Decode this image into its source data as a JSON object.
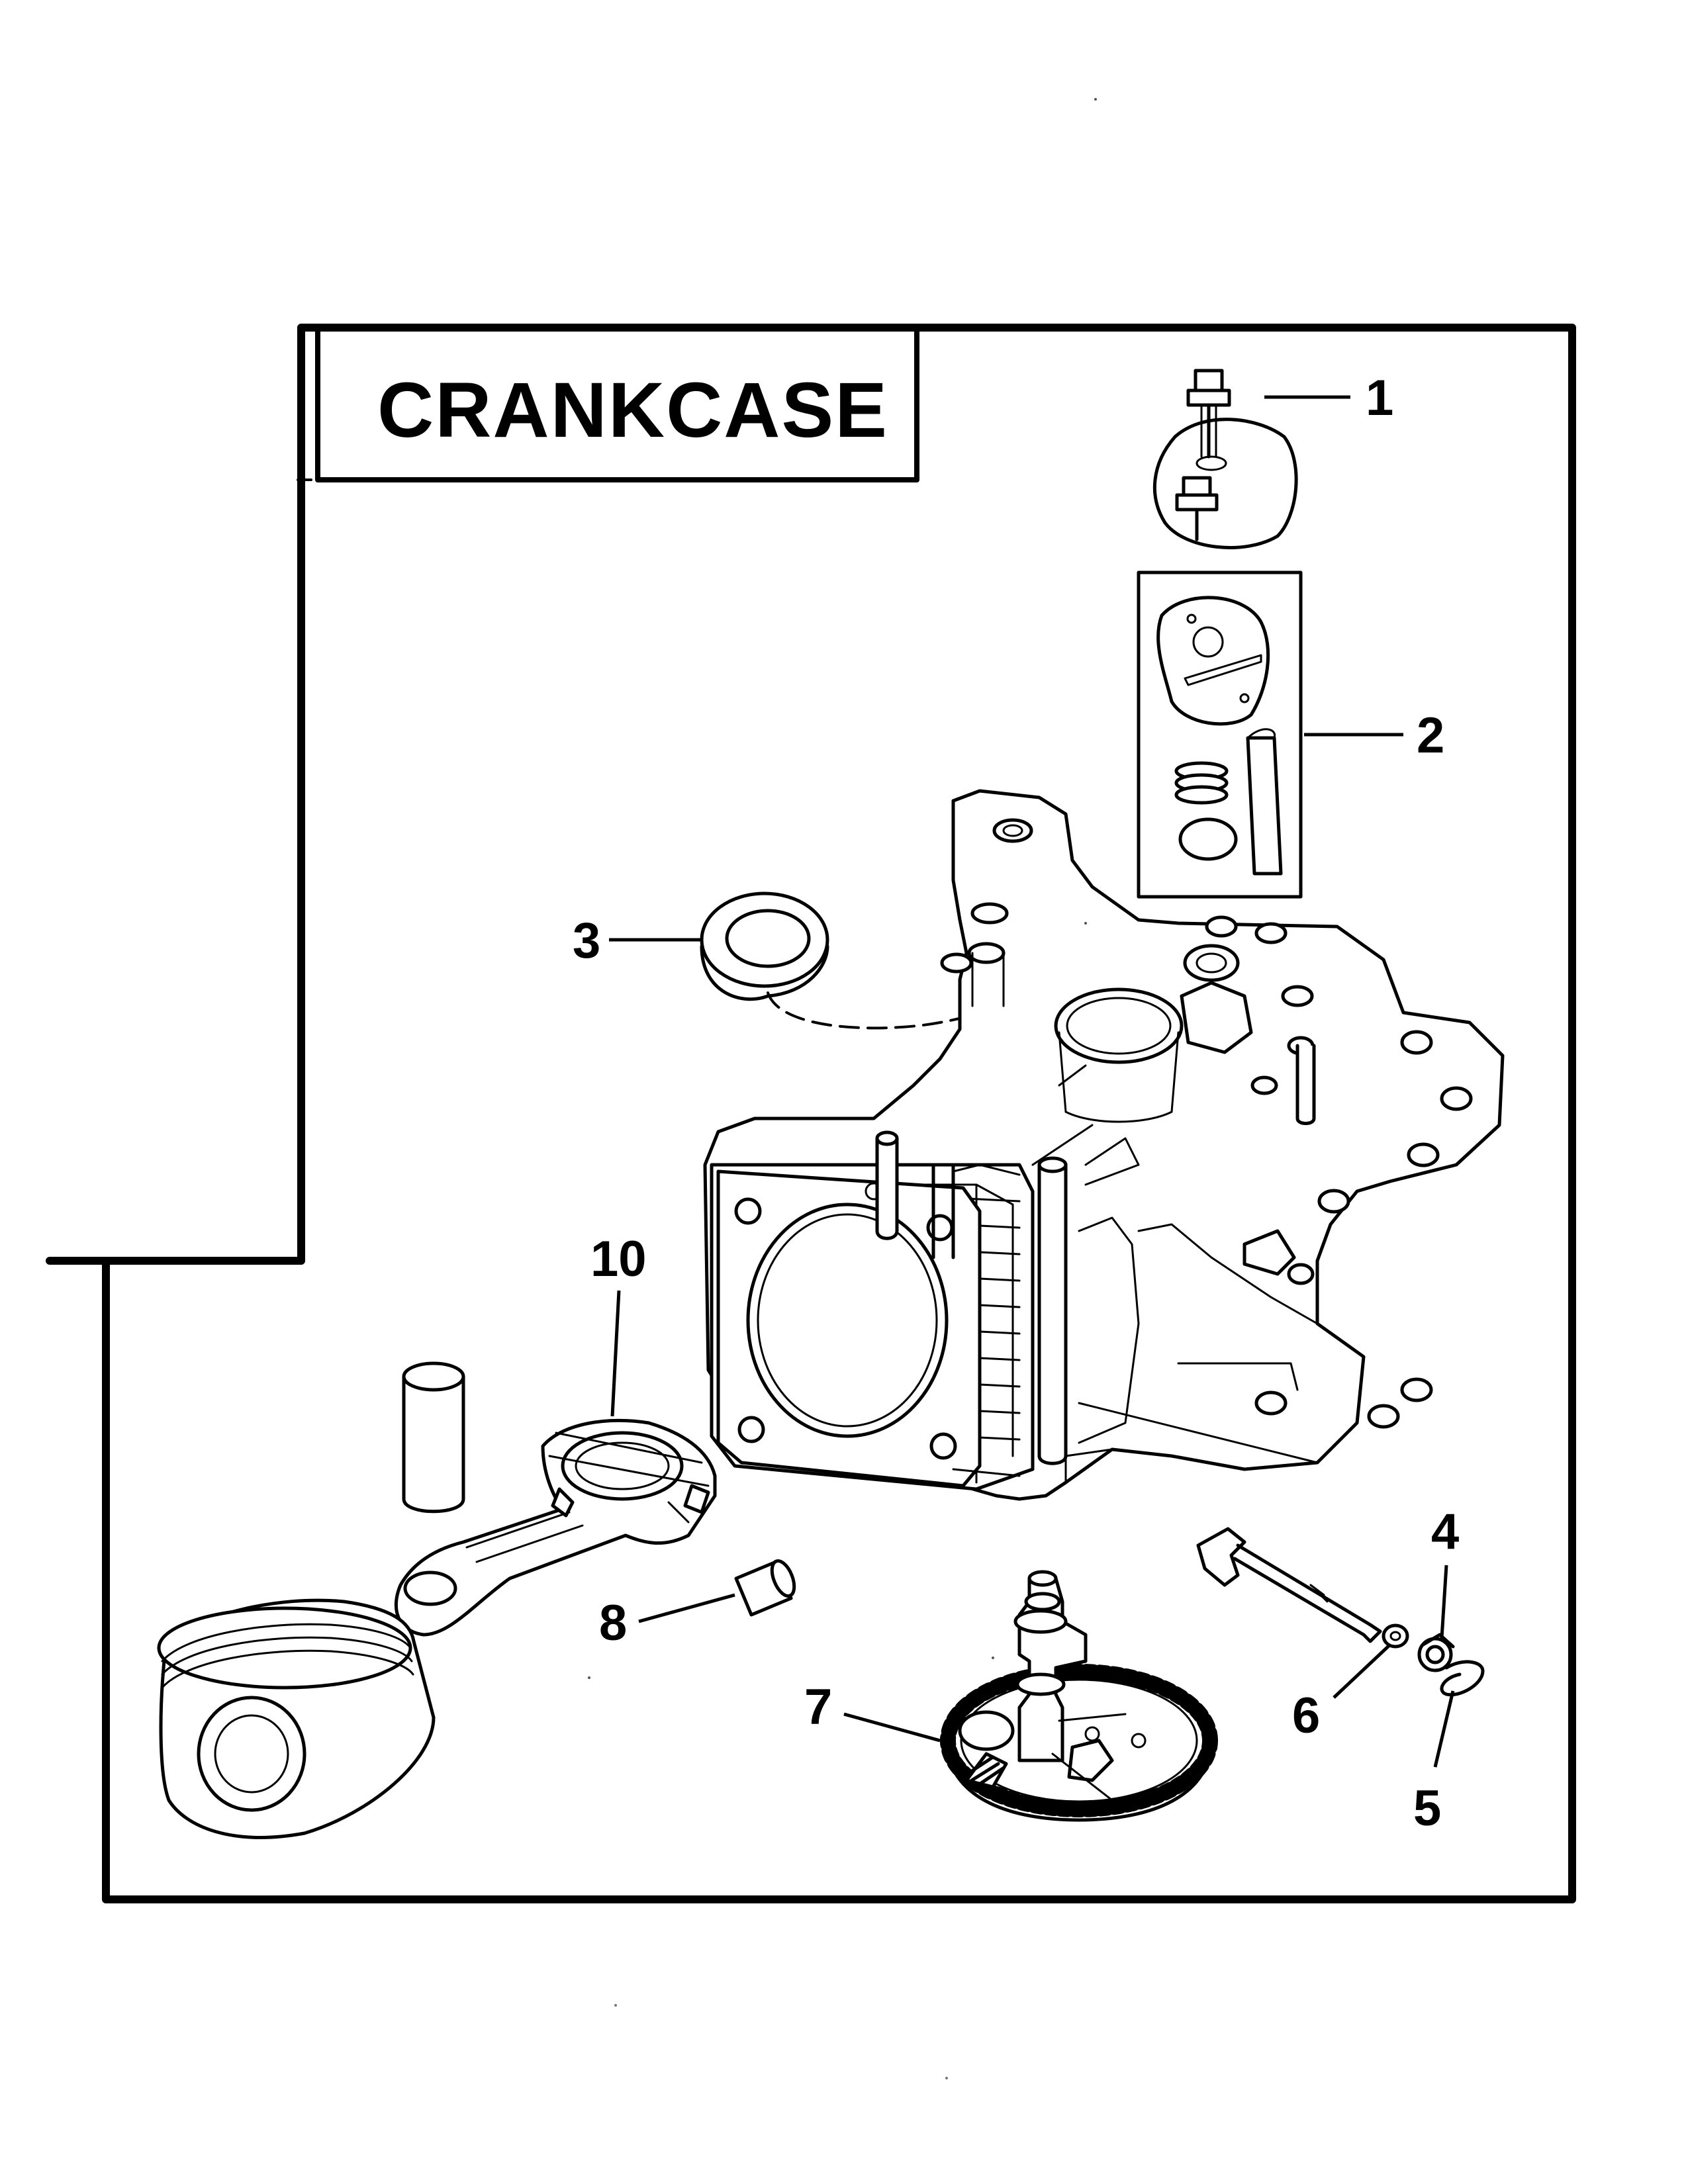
{
  "title": "CRANKCASE",
  "callouts": [
    {
      "id": "callout-1",
      "label": "1",
      "part": "bolt-and-breather-cover"
    },
    {
      "id": "callout-2",
      "label": "2",
      "part": "breather-kit"
    },
    {
      "id": "callout-3",
      "label": "3",
      "part": "oil-seal"
    },
    {
      "id": "callout-4",
      "label": "4",
      "part": "governor-shaft-seal"
    },
    {
      "id": "callout-5",
      "label": "5",
      "part": "retaining-clip"
    },
    {
      "id": "callout-6",
      "label": "6",
      "part": "washer"
    },
    {
      "id": "callout-7",
      "label": "7",
      "part": "camshaft-gear"
    },
    {
      "id": "callout-8",
      "label": "8",
      "part": "dowel-pin"
    },
    {
      "id": "callout-10",
      "label": "10",
      "part": "connecting-rod-and-piston-pin"
    }
  ]
}
